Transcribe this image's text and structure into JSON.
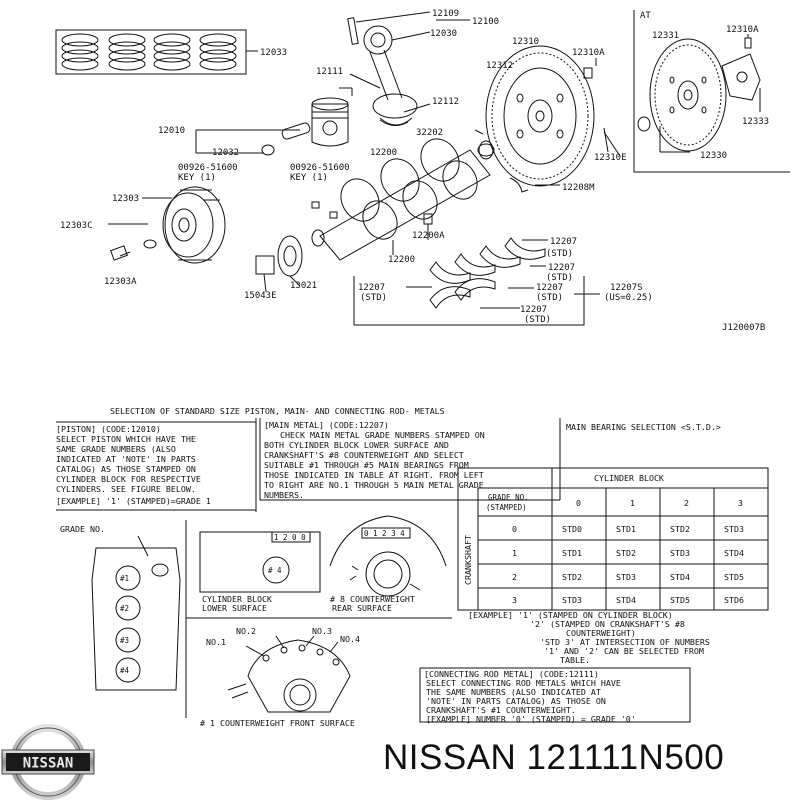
{
  "brand": {
    "name": "NISSAN",
    "part_number": "121111N500",
    "logo_text": "NISSAN"
  },
  "diagram": {
    "ref_code": "J120007B",
    "at_label": "AT",
    "labels": {
      "p12109": "12109",
      "p12100": "12100",
      "p12030": "12030",
      "p12310": "12310",
      "p12033": "12033",
      "p12312": "12312",
      "p12310A_a": "12310A",
      "p12111": "12111",
      "p12112": "12112",
      "p12010": "12010",
      "p32202": "32202",
      "p12032": "12032",
      "p12200": "12200",
      "p12310E": "12310E",
      "key_a_code": "00926-51600",
      "key_a": "KEY (1)",
      "key_b_code": "00926-51600",
      "key_b": "KEY (1)",
      "p12208M": "12208M",
      "p12303": "12303",
      "p12303C": "12303C",
      "p12200A": "12200A",
      "p12303A": "12303A",
      "p15043E": "15043E",
      "p13021": "13021",
      "p12200_b": "12200",
      "p12207_a": "12207",
      "std_a": "(STD)",
      "p12207_b": "12207",
      "std_b": "(STD)",
      "p12207_c": "12207",
      "std_c": "(STD)",
      "p12207_d": "12207",
      "std_d": "(STD)",
      "p12207S": "12207S",
      "us": "(US=0.25)",
      "p12207_e": "12207",
      "std_e": "(STD)",
      "p12331": "12331",
      "p12310A_b": "12310A",
      "p12333": "12333",
      "p12330": "12330"
    }
  },
  "selection": {
    "title": "SELECTION OF STANDARD SIZE PISTON, MAIN- AND CONNECTING ROD- METALS",
    "piston": [
      "[PISTON] (CODE:12010)",
      "SELECT PISTON WHICH HAVE THE",
      "SAME GRADE NUMBERS (ALSO",
      "INDICATED AT 'NOTE' IN PARTS",
      "CATALOG) AS THOSE STAMPED ON",
      "CYLINDER BLOCK FOR RESPECTIVE",
      "CYLINDERS. SEE FIGURE BELOW.",
      "[EXAMPLE] '1' (STAMPED)=GRADE 1"
    ],
    "main_metal": [
      "[MAIN METAL] (CODE:12207)",
      "CHECK MAIN METAL GRADE NUMBERS STAMPED ON",
      "BOTH CYLINDER BLOCK LOWER SURFACE AND",
      "CRANKSHAFT'S #8 COUNTERWEIGHT AND SELECT",
      "SUITABLE #1 THROUGH #5 MAIN BEARINGS FROM",
      "THOSE INDICATED IN TABLE AT RIGHT. FROM LEFT",
      "TO RIGHT ARE NO.1 THROUGH 5 MAIN METAL GRADE",
      "NUMBERS."
    ],
    "main_bearing_title": "MAIN BEARING SELECTION <S.T.D.>",
    "grade_no_label": "GRADE NO.",
    "cyl_labels": [
      "#1",
      "#2",
      "#3",
      "#4"
    ],
    "fig_cyl_block": {
      "stamp": "1 2 0 0",
      "cyl": "# 4",
      "caption1": "CYLINDER BLOCK",
      "caption2": "LOWER SURFACE"
    },
    "fig_counterweight": {
      "stamp": "0 1 2 3 4",
      "caption1": "# 8 COUNTERWEIGHT",
      "caption2": "REAR SURFACE"
    },
    "fig_front": {
      "no2": "NO.2",
      "no3": "NO.3",
      "no1": "NO.1",
      "no4": "NO.4",
      "caption": "# 1 COUNTERWEIGHT FRONT SURFACE"
    },
    "table": {
      "cyl_block_header": "CYLINDER BLOCK",
      "crankshaft_header": "CRANKSHAFT",
      "grade_header_1": "GRADE NO.",
      "grade_header_2": "(STAMPED)",
      "cols": [
        "0",
        "1",
        "2",
        "3"
      ],
      "rows": [
        {
          "grade": "0",
          "cells": [
            "STD0",
            "STD1",
            "STD2",
            "STD3"
          ]
        },
        {
          "grade": "1",
          "cells": [
            "STD1",
            "STD2",
            "STD3",
            "STD4"
          ]
        },
        {
          "grade": "2",
          "cells": [
            "STD2",
            "STD3",
            "STD4",
            "STD5"
          ]
        },
        {
          "grade": "3",
          "cells": [
            "STD3",
            "STD4",
            "STD5",
            "STD6"
          ]
        }
      ]
    },
    "example": [
      "[EXAMPLE] '1' (STAMPED ON CYLINDER BLOCK)",
      "'2' (STAMPED ON CRANKSHAFT'S #8",
      "COUNTERWEIGHT)",
      "'STD 3' AT INTERSECTION OF NUMBERS",
      "'1' AND '2' CAN BE SELECTED FROM",
      "TABLE."
    ],
    "conrod": [
      "[CONNECTING ROD METAL] (CODE:12111)",
      "SELECT CONNECTING ROD METALS WHICH HAVE",
      "THE SAME NUMBERS (ALSO INDICATED AT",
      "'NOTE' IN PARTS CATALOG) AS THOSE ON",
      "CRANKSHAFT'S #1 COUNTERWEIGHT.",
      "[EXAMPLE] NUMBER '0' (STAMPED) = GRADE '0'"
    ]
  }
}
